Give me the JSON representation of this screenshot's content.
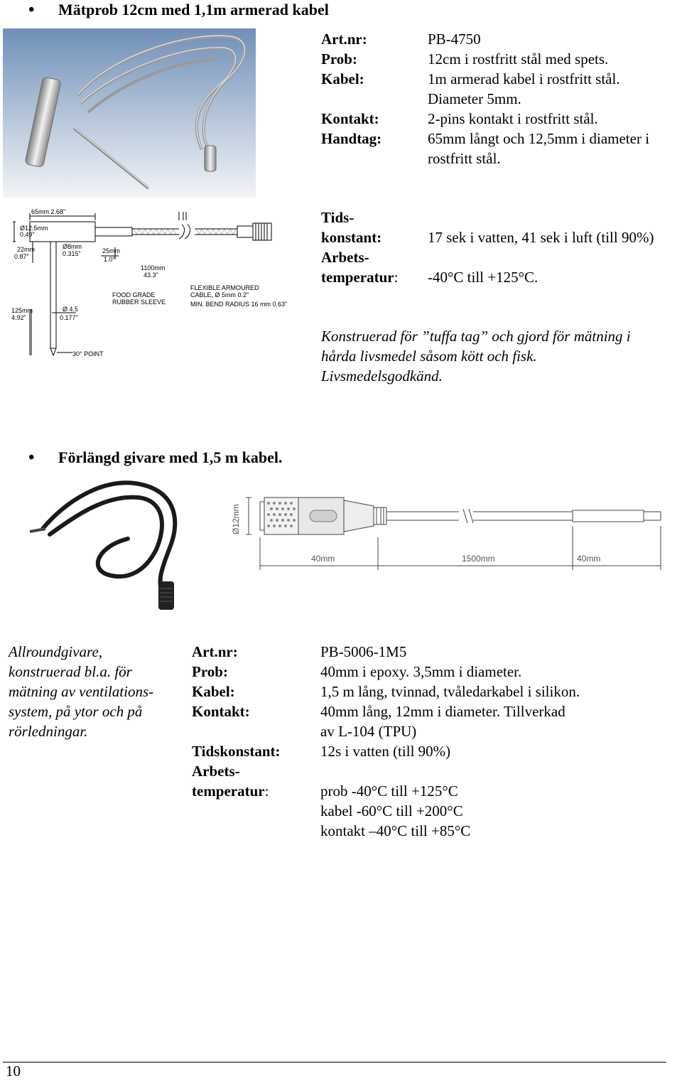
{
  "section1": {
    "heading": "Mätprob 12cm med 1,1m armerad kabel",
    "specs": [
      {
        "label": "Art.nr:",
        "value": "PB-4750"
      },
      {
        "label": "Prob:",
        "value": "12cm i rostfritt stål med spets."
      },
      {
        "label": "Kabel:",
        "value": "1m armerad kabel i rostfritt stål."
      },
      {
        "label": "",
        "value": "Diameter 5mm."
      },
      {
        "label": "Kontakt:",
        "value": "2-pins kontakt i rostfritt stål."
      },
      {
        "label": "Handtag:",
        "value": "65mm långt och 12,5mm i diameter i"
      },
      {
        "label": "",
        "value": "rostfritt stål."
      }
    ],
    "tids_label_1": "Tids-",
    "tids_label_2": "konstant:",
    "tids_value": "17 sek i vatten, 41 sek i luft (till 90%)",
    "arbets_label_1": "Arbets-",
    "arbets_label_2": "temperatur",
    "arbets_colon": ":",
    "arbets_value": "-40°C till +125°C.",
    "description": [
      "Konstruerad för ”tuffa tag” och gjord för mätning i",
      "hårda livsmedel såsom kött och fisk.",
      "Livsmedelsgodkänd."
    ],
    "drawing": {
      "dim_65": "65mm 2.68”",
      "dim_125mm": "Ø12.5mm",
      "dim_049": "0.49”",
      "dim_22mm": "22mm",
      "dim_087": "0.87”",
      "dim_8mm": "Ø8mm",
      "dim_0315": "0.315”",
      "dim_25mm": "25mm",
      "dim_10": "1.0”",
      "dim_1100": "1100mm",
      "dim_433": "43.3”",
      "food_1": "FOOD GRADE",
      "food_2": "RUBBER SLEEVE",
      "flex_1": "FLEXIBLE  ARMOURED",
      "flex_2": "CABLE, Ø 5mm     0.2”",
      "flex_3": "MIN. BEND RADIUS 16 mm   0.63”",
      "dim_125_len": "125mm",
      "dim_492": "4.92”",
      "dim_45": "Ø 4.5",
      "dim_0177": "0.177”",
      "point": "30° POINT"
    }
  },
  "section2": {
    "heading": "Förlängd givare med 1,5 m kabel.",
    "drawing": {
      "dia": "Ø12mm",
      "d1": "40mm",
      "d2": "1500mm",
      "d3": "40mm"
    },
    "side_text": [
      "Allroundgivare,",
      "konstruerad bl.a. för",
      "mätning av ventilations-",
      "system, på ytor och på",
      "rörledningar."
    ],
    "specs": [
      {
        "label": "Art.nr:",
        "value": "PB-5006-1M5"
      },
      {
        "label": "Prob:",
        "value": "40mm i epoxy. 3,5mm i diameter."
      },
      {
        "label": "Kabel:",
        "value": "1,5 m lång, tvinnad, tvåledarkabel i silikon."
      },
      {
        "label": "Kontakt:",
        "value": "40mm lång, 12mm i diameter. Tillverkad"
      },
      {
        "label": "",
        "value": "av L-104 (TPU)"
      },
      {
        "label": "Tidskonstant:",
        "value": "12s i vatten (till 90%)"
      }
    ],
    "arbets_label_1": "Arbets-",
    "arbets_label_2": "temperatur",
    "arbets_colon": ":",
    "temps": [
      "prob  -40°C till +125°C",
      "kabel  -60°C till +200°C",
      "kontakt –40°C till +85°C"
    ]
  },
  "page_number": "10"
}
